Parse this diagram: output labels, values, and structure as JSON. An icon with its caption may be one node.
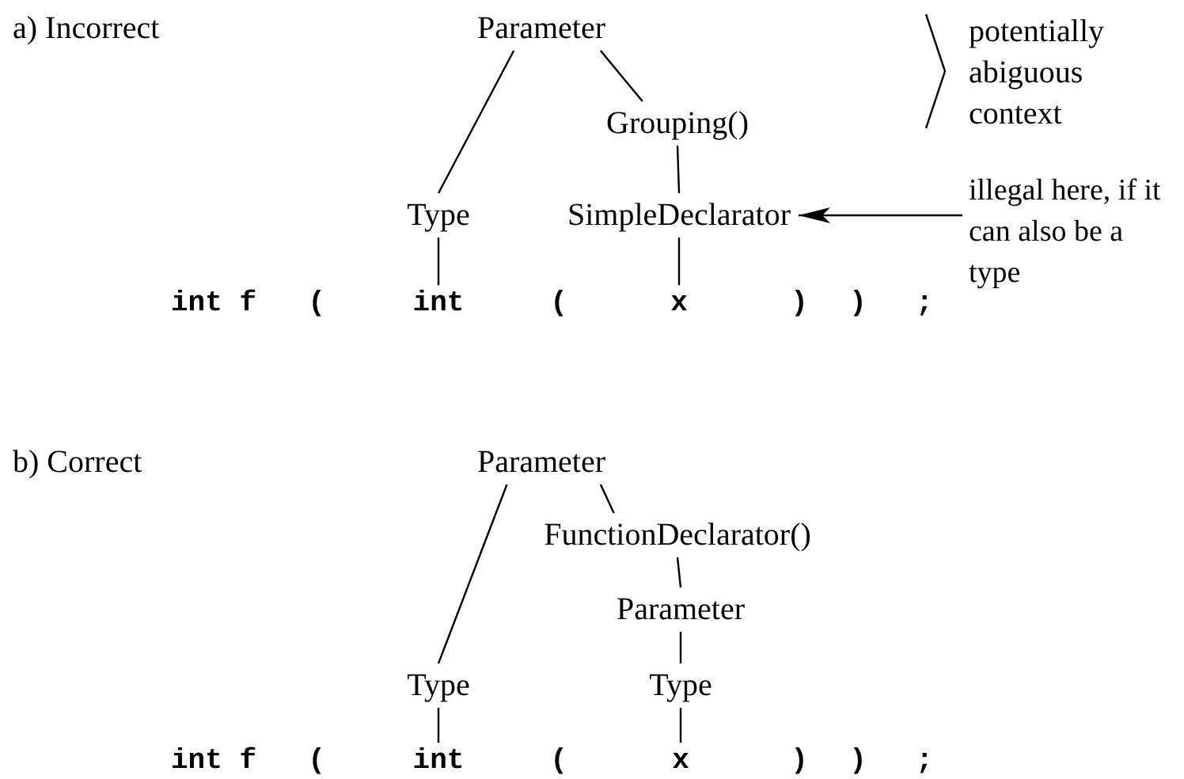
{
  "diagram": {
    "nodes": [
      {
        "text": [
          "Parameter"
        ]
      },
      {
        "text": [
          "Grouping()"
        ]
      },
      {
        "text": [
          "Type"
        ]
      },
      {
        "text": [
          "SimpleDeclarator"
        ]
      },
      {
        "text": [
          "int"
        ]
      },
      {
        "text": [
          "x"
        ]
      },
      {
        "text": [
          "illegal here, if it can also be a type"
        ]
      },
      {
        "text": [
          "Parameter"
        ]
      },
      {
        "text": [
          "FunctionDeclarator()"
        ]
      },
      {
        "text": [
          "Parameter"
        ]
      },
      {
        "text": [
          "Type"
        ]
      },
      {
        "text": [
          "Type"
        ]
      },
      {
        "text": [
          "int"
        ]
      },
      {
        "text": [
          "x"
        ]
      }
    ],
    "edges": [
      {
        "from": 0,
        "to": 2,
        "arrow": "none"
      },
      {
        "from": 0,
        "to": 1,
        "arrow": "none"
      },
      {
        "from": 1,
        "to": 3,
        "arrow": "none"
      },
      {
        "from": 2,
        "to": 4,
        "arrow": "none"
      },
      {
        "from": 3,
        "to": 5,
        "arrow": "none"
      },
      {
        "from": 6,
        "to": 3,
        "arrow": "to"
      },
      {
        "from": 7,
        "to": 10,
        "arrow": "none"
      },
      {
        "from": 7,
        "to": 8,
        "arrow": "none"
      },
      {
        "from": 8,
        "to": 9,
        "arrow": "none"
      },
      {
        "from": 9,
        "to": 11,
        "arrow": "none"
      },
      {
        "from": 10,
        "to": 12,
        "arrow": "none"
      },
      {
        "from": 11,
        "to": 13,
        "arrow": "none"
      }
    ],
    "labels": [
      "a) Incorrect",
      "potentially abiguous context",
      "int f",
      "(",
      "(",
      ")",
      ")",
      ";",
      "b) Correct",
      "int f",
      "(",
      "(",
      ")",
      ")",
      ";"
    ]
  }
}
